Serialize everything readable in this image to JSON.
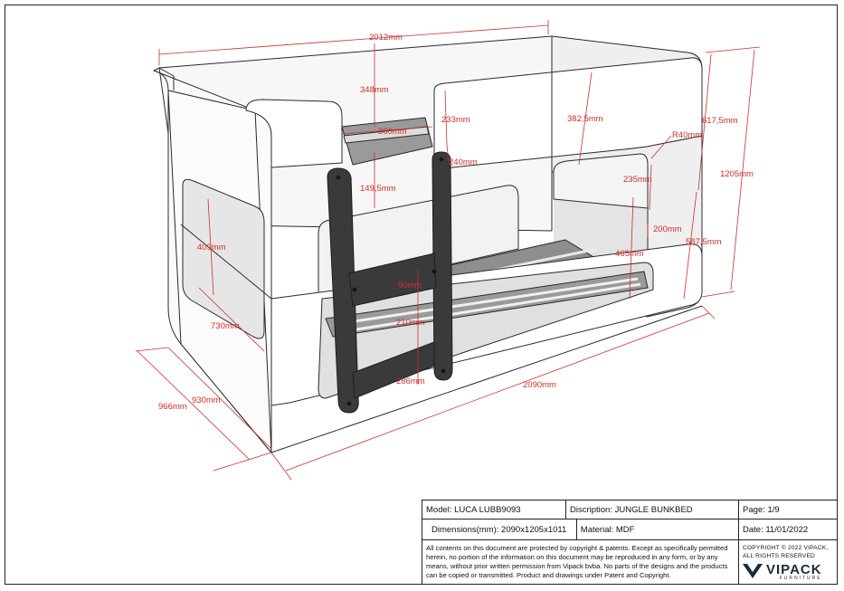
{
  "dimensions": {
    "d2012": "2012mm",
    "d348": "348mm",
    "d360": "360mm",
    "d233": "233mm",
    "d382_5": "382,5mm",
    "r40": "R40mm",
    "d617_5": "617,5mm",
    "d240": "240mm",
    "d1205": "1205mm",
    "d149_5": "149,5mm",
    "d235": "235mm",
    "d200": "200mm",
    "d409": "409mm",
    "d587_5": "587,5mm",
    "d465": "465mm",
    "d90": "90mm",
    "d730": "730mm",
    "d210": "210mm",
    "d966": "966mm",
    "d930": "930mm",
    "d286": "286mm",
    "d2090": "2090mm"
  },
  "title_block": {
    "model": "Model: LUCA LUBB9093",
    "description": "Discription: JUNGLE BUNKBED",
    "page": "Page: 1/9",
    "dimensions": "Dimensions(mm): 2090x1205x1011",
    "material": "Material: MDF",
    "date": "Date: 11/01/2022",
    "copyright_text": "All contents on this document are protected by copyright & patents. Except as specifically permitted herein, no portion of the information on this document may be reproduced in any form, or by any means, without prior written permission from Vipack bvba. No parts of the designs and the products can be copied or transmitted. Product and drawings under Patent and Copyright.",
    "copyright_line1": "COPYRIGHT © 2022 VIPACK,",
    "copyright_line2": "ALL RIGHTS RESERVED",
    "logo_text": "VIPACK",
    "logo_sub": "FURNITURE"
  },
  "colors": {
    "dimension_red": "#c9302c",
    "ladder": "#3a3a3c",
    "panel_shade": "#e9e9e9",
    "slat_shade": "#8a8a8a"
  }
}
